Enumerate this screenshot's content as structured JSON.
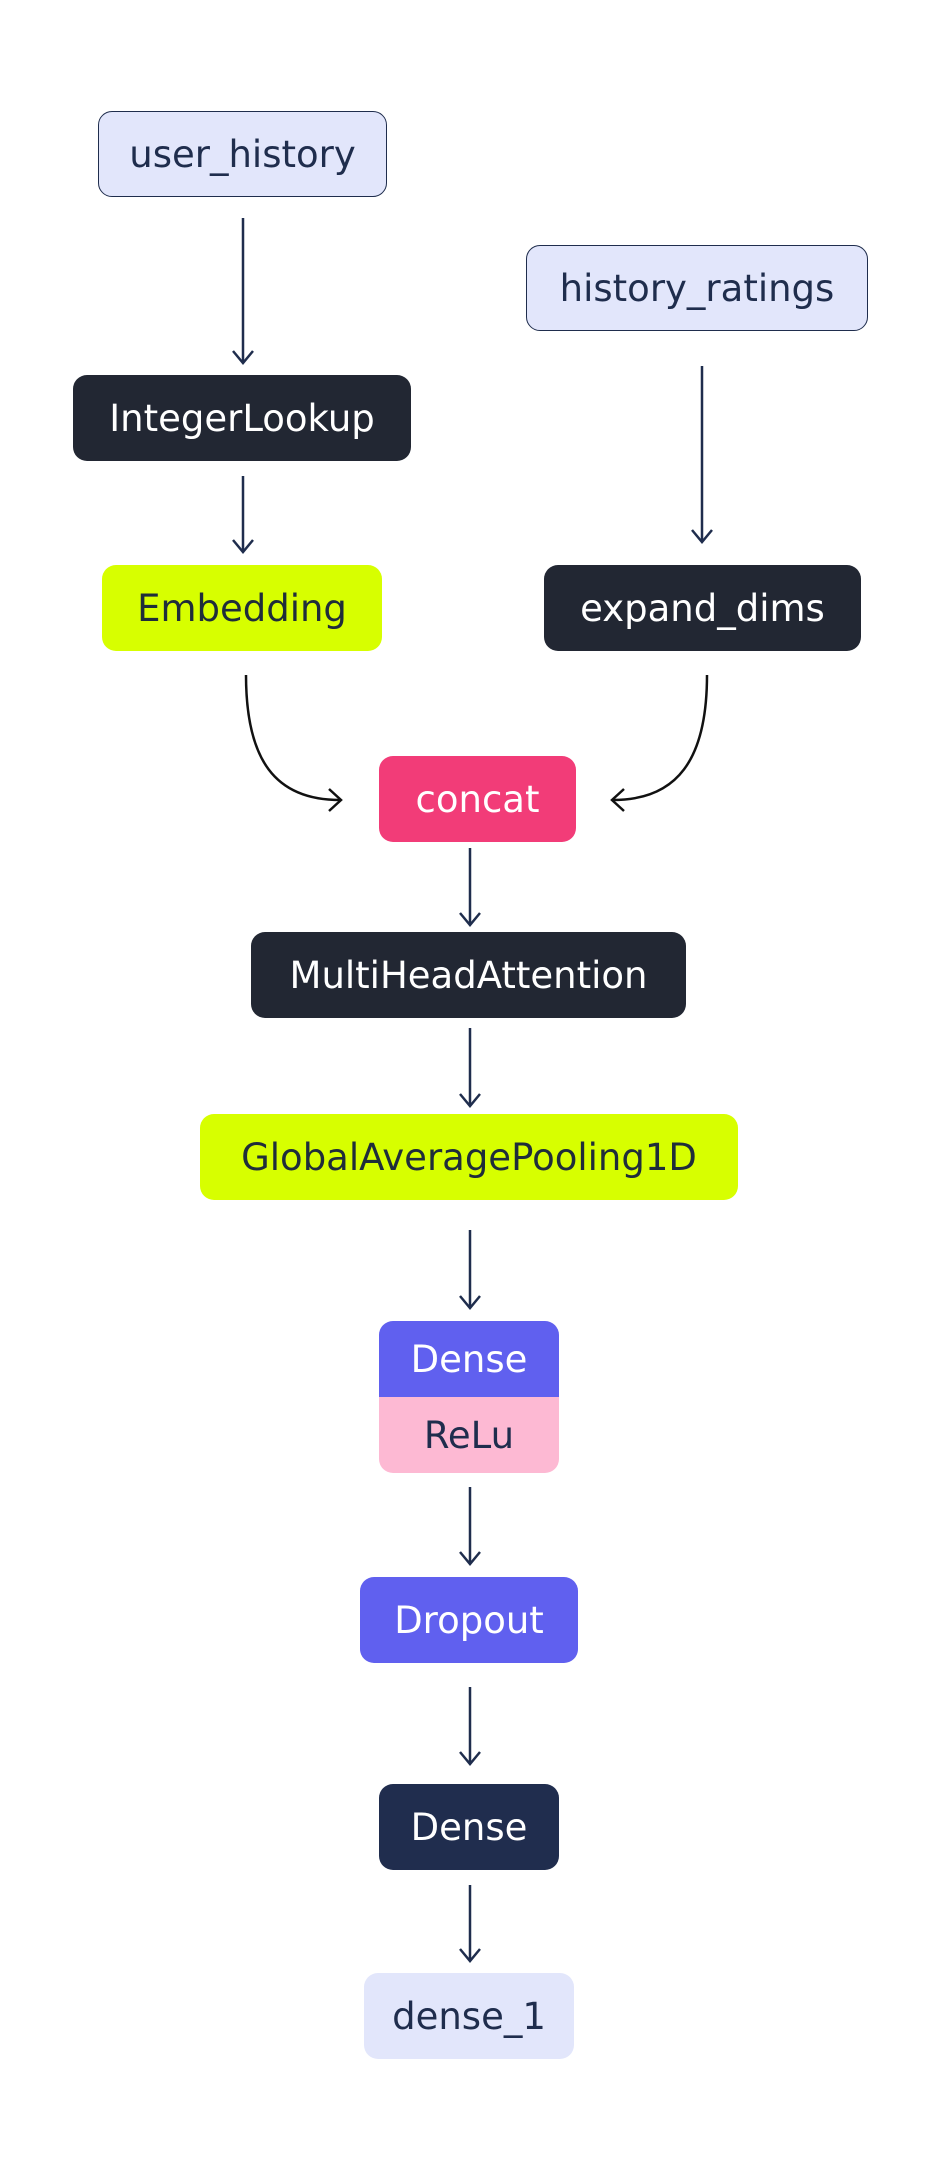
{
  "nodes": {
    "user_history": "user_history",
    "history_ratings": "history_ratings",
    "integer_lookup": "IntegerLookup",
    "embedding": "Embedding",
    "expand_dims": "expand_dims",
    "concat": "concat",
    "multi_head_attention": "MultiHeadAttention",
    "global_average_pooling": "GlobalAveragePooling1D",
    "dense_relu": {
      "dense": "Dense",
      "activation": "ReLu"
    },
    "dropout": "Dropout",
    "dense": "Dense",
    "dense_1": "dense_1"
  },
  "colors": {
    "input": "#e2e6fb",
    "dark": "#222733",
    "lime": "#d7ff00",
    "pink": "#f23c78",
    "violet": "#6060ef",
    "relu": "#fdb9d3",
    "navy": "#202d4e",
    "edge": "#1f2d4d"
  }
}
